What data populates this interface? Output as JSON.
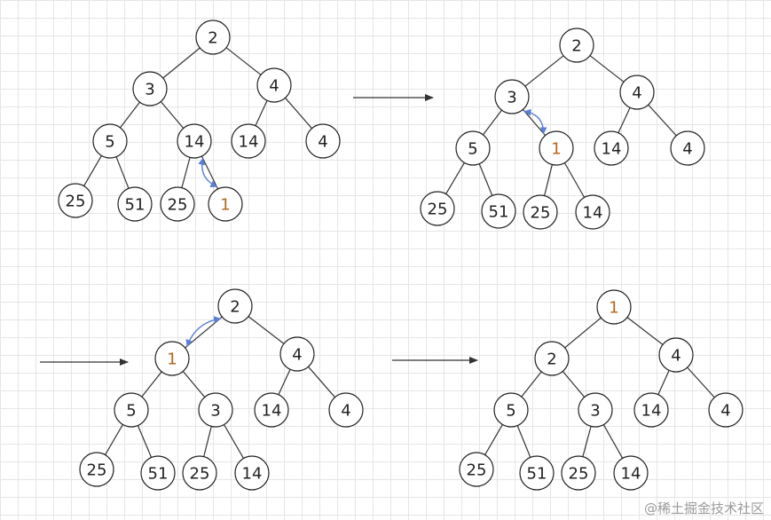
{
  "diagrams": [
    {
      "id": "step1",
      "nodes": [
        {
          "id": "a",
          "label": "2"
        },
        {
          "id": "b",
          "label": "3"
        },
        {
          "id": "c",
          "label": "4"
        },
        {
          "id": "d",
          "label": "5"
        },
        {
          "id": "e",
          "label": "14"
        },
        {
          "id": "f",
          "label": "14"
        },
        {
          "id": "g",
          "label": "4"
        },
        {
          "id": "h",
          "label": "25"
        },
        {
          "id": "i",
          "label": "51"
        },
        {
          "id": "j",
          "label": "25"
        },
        {
          "id": "k",
          "label": "1",
          "highlight": true
        }
      ],
      "edges": [
        [
          "a",
          "b"
        ],
        [
          "a",
          "c"
        ],
        [
          "b",
          "d"
        ],
        [
          "b",
          "e"
        ],
        [
          "c",
          "f"
        ],
        [
          "c",
          "g"
        ],
        [
          "d",
          "h"
        ],
        [
          "d",
          "i"
        ],
        [
          "e",
          "j"
        ],
        [
          "e",
          "k"
        ]
      ],
      "swap": [
        "k",
        "e"
      ]
    },
    {
      "id": "step2",
      "nodes": [
        {
          "id": "a",
          "label": "2"
        },
        {
          "id": "b",
          "label": "3"
        },
        {
          "id": "c",
          "label": "4"
        },
        {
          "id": "d",
          "label": "5"
        },
        {
          "id": "e",
          "label": "1",
          "highlight": true
        },
        {
          "id": "f",
          "label": "14"
        },
        {
          "id": "g",
          "label": "4"
        },
        {
          "id": "h",
          "label": "25"
        },
        {
          "id": "i",
          "label": "51"
        },
        {
          "id": "j",
          "label": "25"
        },
        {
          "id": "k",
          "label": "14"
        }
      ],
      "edges": [
        [
          "a",
          "b"
        ],
        [
          "a",
          "c"
        ],
        [
          "b",
          "d"
        ],
        [
          "b",
          "e"
        ],
        [
          "c",
          "f"
        ],
        [
          "c",
          "g"
        ],
        [
          "d",
          "h"
        ],
        [
          "d",
          "i"
        ],
        [
          "e",
          "j"
        ],
        [
          "e",
          "k"
        ]
      ],
      "swap": [
        "b",
        "e"
      ]
    },
    {
      "id": "step3",
      "nodes": [
        {
          "id": "a",
          "label": "2"
        },
        {
          "id": "b",
          "label": "1",
          "highlight": true
        },
        {
          "id": "c",
          "label": "4"
        },
        {
          "id": "d",
          "label": "5"
        },
        {
          "id": "e",
          "label": "3"
        },
        {
          "id": "f",
          "label": "14"
        },
        {
          "id": "g",
          "label": "4"
        },
        {
          "id": "h",
          "label": "25"
        },
        {
          "id": "i",
          "label": "51"
        },
        {
          "id": "j",
          "label": "25"
        },
        {
          "id": "k",
          "label": "14"
        }
      ],
      "edges": [
        [
          "a",
          "b"
        ],
        [
          "a",
          "c"
        ],
        [
          "b",
          "d"
        ],
        [
          "b",
          "e"
        ],
        [
          "c",
          "f"
        ],
        [
          "c",
          "g"
        ],
        [
          "d",
          "h"
        ],
        [
          "d",
          "i"
        ],
        [
          "e",
          "j"
        ],
        [
          "e",
          "k"
        ]
      ],
      "swap": [
        "b",
        "a"
      ]
    },
    {
      "id": "step4",
      "nodes": [
        {
          "id": "a",
          "label": "1",
          "highlight": true
        },
        {
          "id": "b",
          "label": "2"
        },
        {
          "id": "c",
          "label": "4"
        },
        {
          "id": "d",
          "label": "5"
        },
        {
          "id": "e",
          "label": "3"
        },
        {
          "id": "f",
          "label": "14"
        },
        {
          "id": "g",
          "label": "4"
        },
        {
          "id": "h",
          "label": "25"
        },
        {
          "id": "i",
          "label": "51"
        },
        {
          "id": "j",
          "label": "25"
        },
        {
          "id": "k",
          "label": "14"
        }
      ],
      "edges": [
        [
          "a",
          "b"
        ],
        [
          "a",
          "c"
        ],
        [
          "b",
          "d"
        ],
        [
          "b",
          "e"
        ],
        [
          "c",
          "f"
        ],
        [
          "c",
          "g"
        ],
        [
          "d",
          "h"
        ],
        [
          "d",
          "i"
        ],
        [
          "e",
          "j"
        ],
        [
          "e",
          "k"
        ]
      ],
      "swap": null
    }
  ],
  "colors": {
    "highlight_text": "#b5651d",
    "swap_arrow": "#5b7fd6"
  },
  "watermark": "@稀土掘金技术社区"
}
